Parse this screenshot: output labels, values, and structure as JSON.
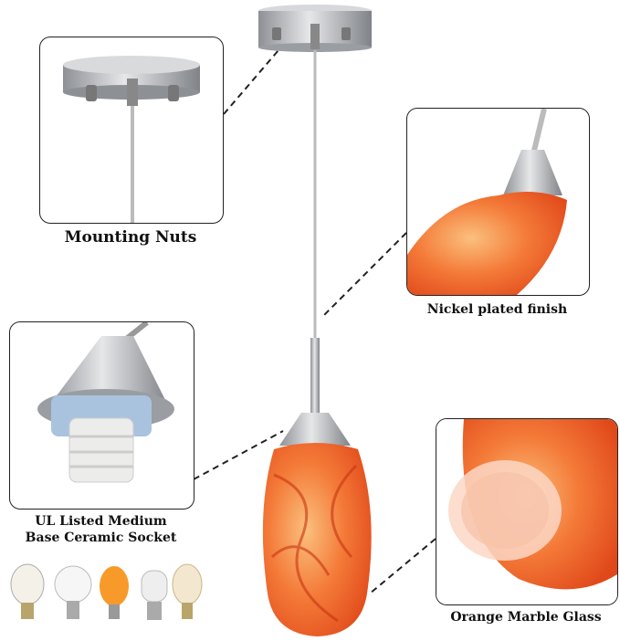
{
  "product": {
    "name_hidden": null,
    "callouts": [
      {
        "id": "mounting",
        "label": "Mounting Nuts"
      },
      {
        "id": "finish",
        "label": "Nickel plated finish"
      },
      {
        "id": "socket",
        "label_line1": "UL Listed Medium",
        "label_line2": "Base Ceramic Socket"
      },
      {
        "id": "glass",
        "label": "Orange Marble Glass"
      }
    ],
    "colors": {
      "glass": "#f0642a",
      "glass_light": "#f8a15e",
      "nickel": "#b9bcc0",
      "border": "#222222"
    },
    "compatible_bulbs": [
      "edison-filament-bulb-icon",
      "led-a19-bulb-icon",
      "flame-bulb-icon",
      "spiral-cfl-bulb-icon",
      "vintage-filament-bulb-icon"
    ]
  }
}
